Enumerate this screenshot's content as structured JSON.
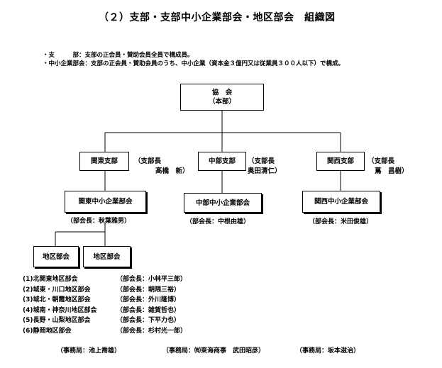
{
  "title": "（２）支部・支部中小企業部会・地区部会　組織図",
  "notes": [
    "・支　　　部：支部の正会員・賛助会員全員で構成員。",
    "・中小企業部会：支部の正会員・賛助会員のうち、中小企業（資本金３億円又は従業員３００人以下）で構成。"
  ],
  "hq": {
    "line1": "協　会",
    "line2": "（本部）"
  },
  "branches": [
    {
      "name": "関東支部",
      "head_title": "（支部長",
      "head_name": "髙橋　新）"
    },
    {
      "name": "中部支部",
      "head_title": "（支部長",
      "head_name": "奥田清仁）"
    },
    {
      "name": "関西支部",
      "head_title": "（支部長",
      "head_name": "蔦　昌樹）"
    }
  ],
  "sme": [
    {
      "name": "関東中小企業部会",
      "head": "（部会長：秋葉雅男）"
    },
    {
      "name": "中部中小企業部会",
      "head": "（部会長：中根由雄）"
    },
    {
      "name": "関西中小企業部会",
      "head": "（部会長：米田俊雄）"
    }
  ],
  "district_boxes": [
    "地区部会",
    "地区部会"
  ],
  "districts": [
    {
      "name": "(1)北関東地区部会",
      "head": "（部会長：小林平三郎）"
    },
    {
      "name": "(2)城東・川口地区部会",
      "head": "（部会長：朝隈三裕）"
    },
    {
      "name": "(3)城北・朝霞地区部会",
      "head": "（部会長：外川隆博）"
    },
    {
      "name": "(4)城南・神奈川地区部会",
      "head": "（部会長：雑賀哲也）"
    },
    {
      "name": "(5)長野・山梨地区部会",
      "head": "（部会長：下平力也）"
    },
    {
      "name": "(6)静岡地区部会",
      "head": "（部会長：杉村光一郎）"
    }
  ],
  "secretariats": [
    "（事務局：池上喬雄）",
    "（事務局：㈲東海商事　武田昭彦）",
    "（事務局：坂本滋治）"
  ]
}
